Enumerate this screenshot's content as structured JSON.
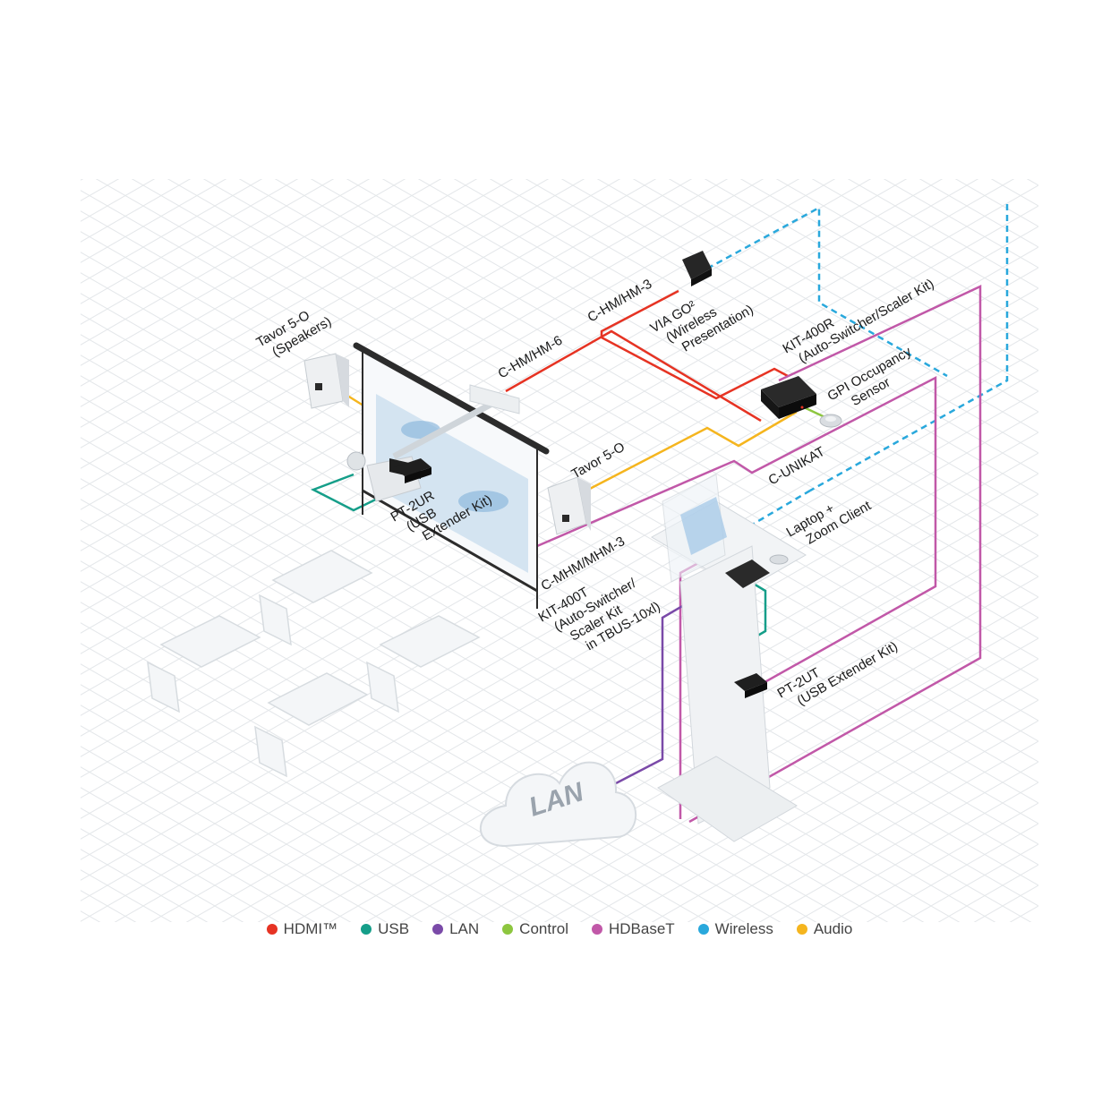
{
  "labels": {
    "speakers_top": [
      "Tavor 5-O",
      "(Speakers)"
    ],
    "c_hm_6": "C-HM/HM-6",
    "c_hm_3": "C-HM/HM-3",
    "via_go": [
      "VIA GO²",
      "(Wireless",
      "Presentation)"
    ],
    "kit_400r": [
      "KIT-400R",
      "(Auto-Switcher/Scaler Kit)"
    ],
    "gpi_sensor": [
      "GPI Occupancy",
      "Sensor"
    ],
    "tavor_right": "Tavor 5-O",
    "c_unikat": "C-UNIKAT",
    "pt_2ur": [
      "PT-2UR",
      "(USB",
      "Extender Kit)"
    ],
    "laptop": [
      "Laptop +",
      "Zoom Client"
    ],
    "c_mhm": "C-MHM/MHM-3",
    "kit_400t": [
      "KIT-400T",
      "(Auto-Switcher/",
      "Scaler Kit",
      "in TBUS-10xl)"
    ],
    "pt_2ut": [
      "PT-2UT",
      "(USB Extender Kit)"
    ],
    "cloud": "LAN"
  },
  "legend": [
    {
      "label": "HDMI™",
      "color": "#e63323"
    },
    {
      "label": "USB",
      "color": "#159e89"
    },
    {
      "label": "LAN",
      "color": "#7a4aa8"
    },
    {
      "label": "Control",
      "color": "#8dc63f"
    },
    {
      "label": "HDBaseT",
      "color": "#c158a8"
    },
    {
      "label": "Wireless",
      "color": "#29a8dc"
    },
    {
      "label": "Audio",
      "color": "#f5b51e"
    }
  ],
  "colors": {
    "hdmi": "#e63323",
    "usb": "#159e89",
    "lan": "#7a4aa8",
    "control": "#8dc63f",
    "hdbaset": "#c158a8",
    "wireless": "#29a8dc",
    "audio": "#f5b51e"
  }
}
